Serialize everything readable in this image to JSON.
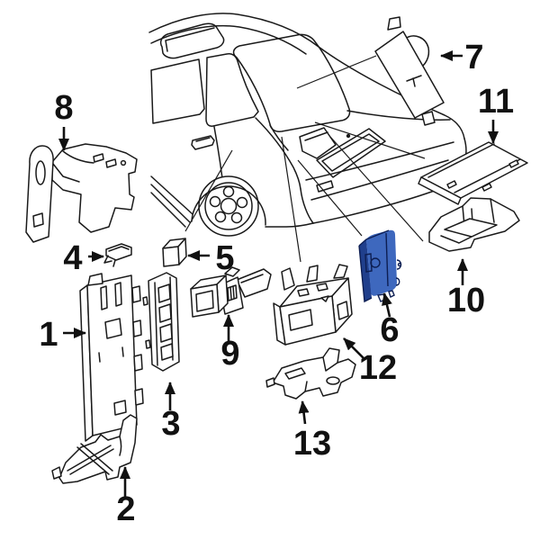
{
  "diagram": {
    "type": "auto-parts-exploded-diagram",
    "callouts": [
      {
        "number": "1"
      },
      {
        "number": "2"
      },
      {
        "number": "3"
      },
      {
        "number": "4"
      },
      {
        "number": "5"
      },
      {
        "number": "6"
      },
      {
        "number": "7"
      },
      {
        "number": "8"
      },
      {
        "number": "9"
      },
      {
        "number": "10"
      },
      {
        "number": "11"
      },
      {
        "number": "12"
      },
      {
        "number": "13"
      }
    ],
    "highlighted_callout": "6",
    "colors": {
      "line": "#1a1a1a",
      "background": "#ffffff",
      "highlight_face": "#3e68be",
      "highlight_side": "#203f8c",
      "highlight_bevel": "#6286cf",
      "highlight_outline": "#0d1e52"
    }
  }
}
